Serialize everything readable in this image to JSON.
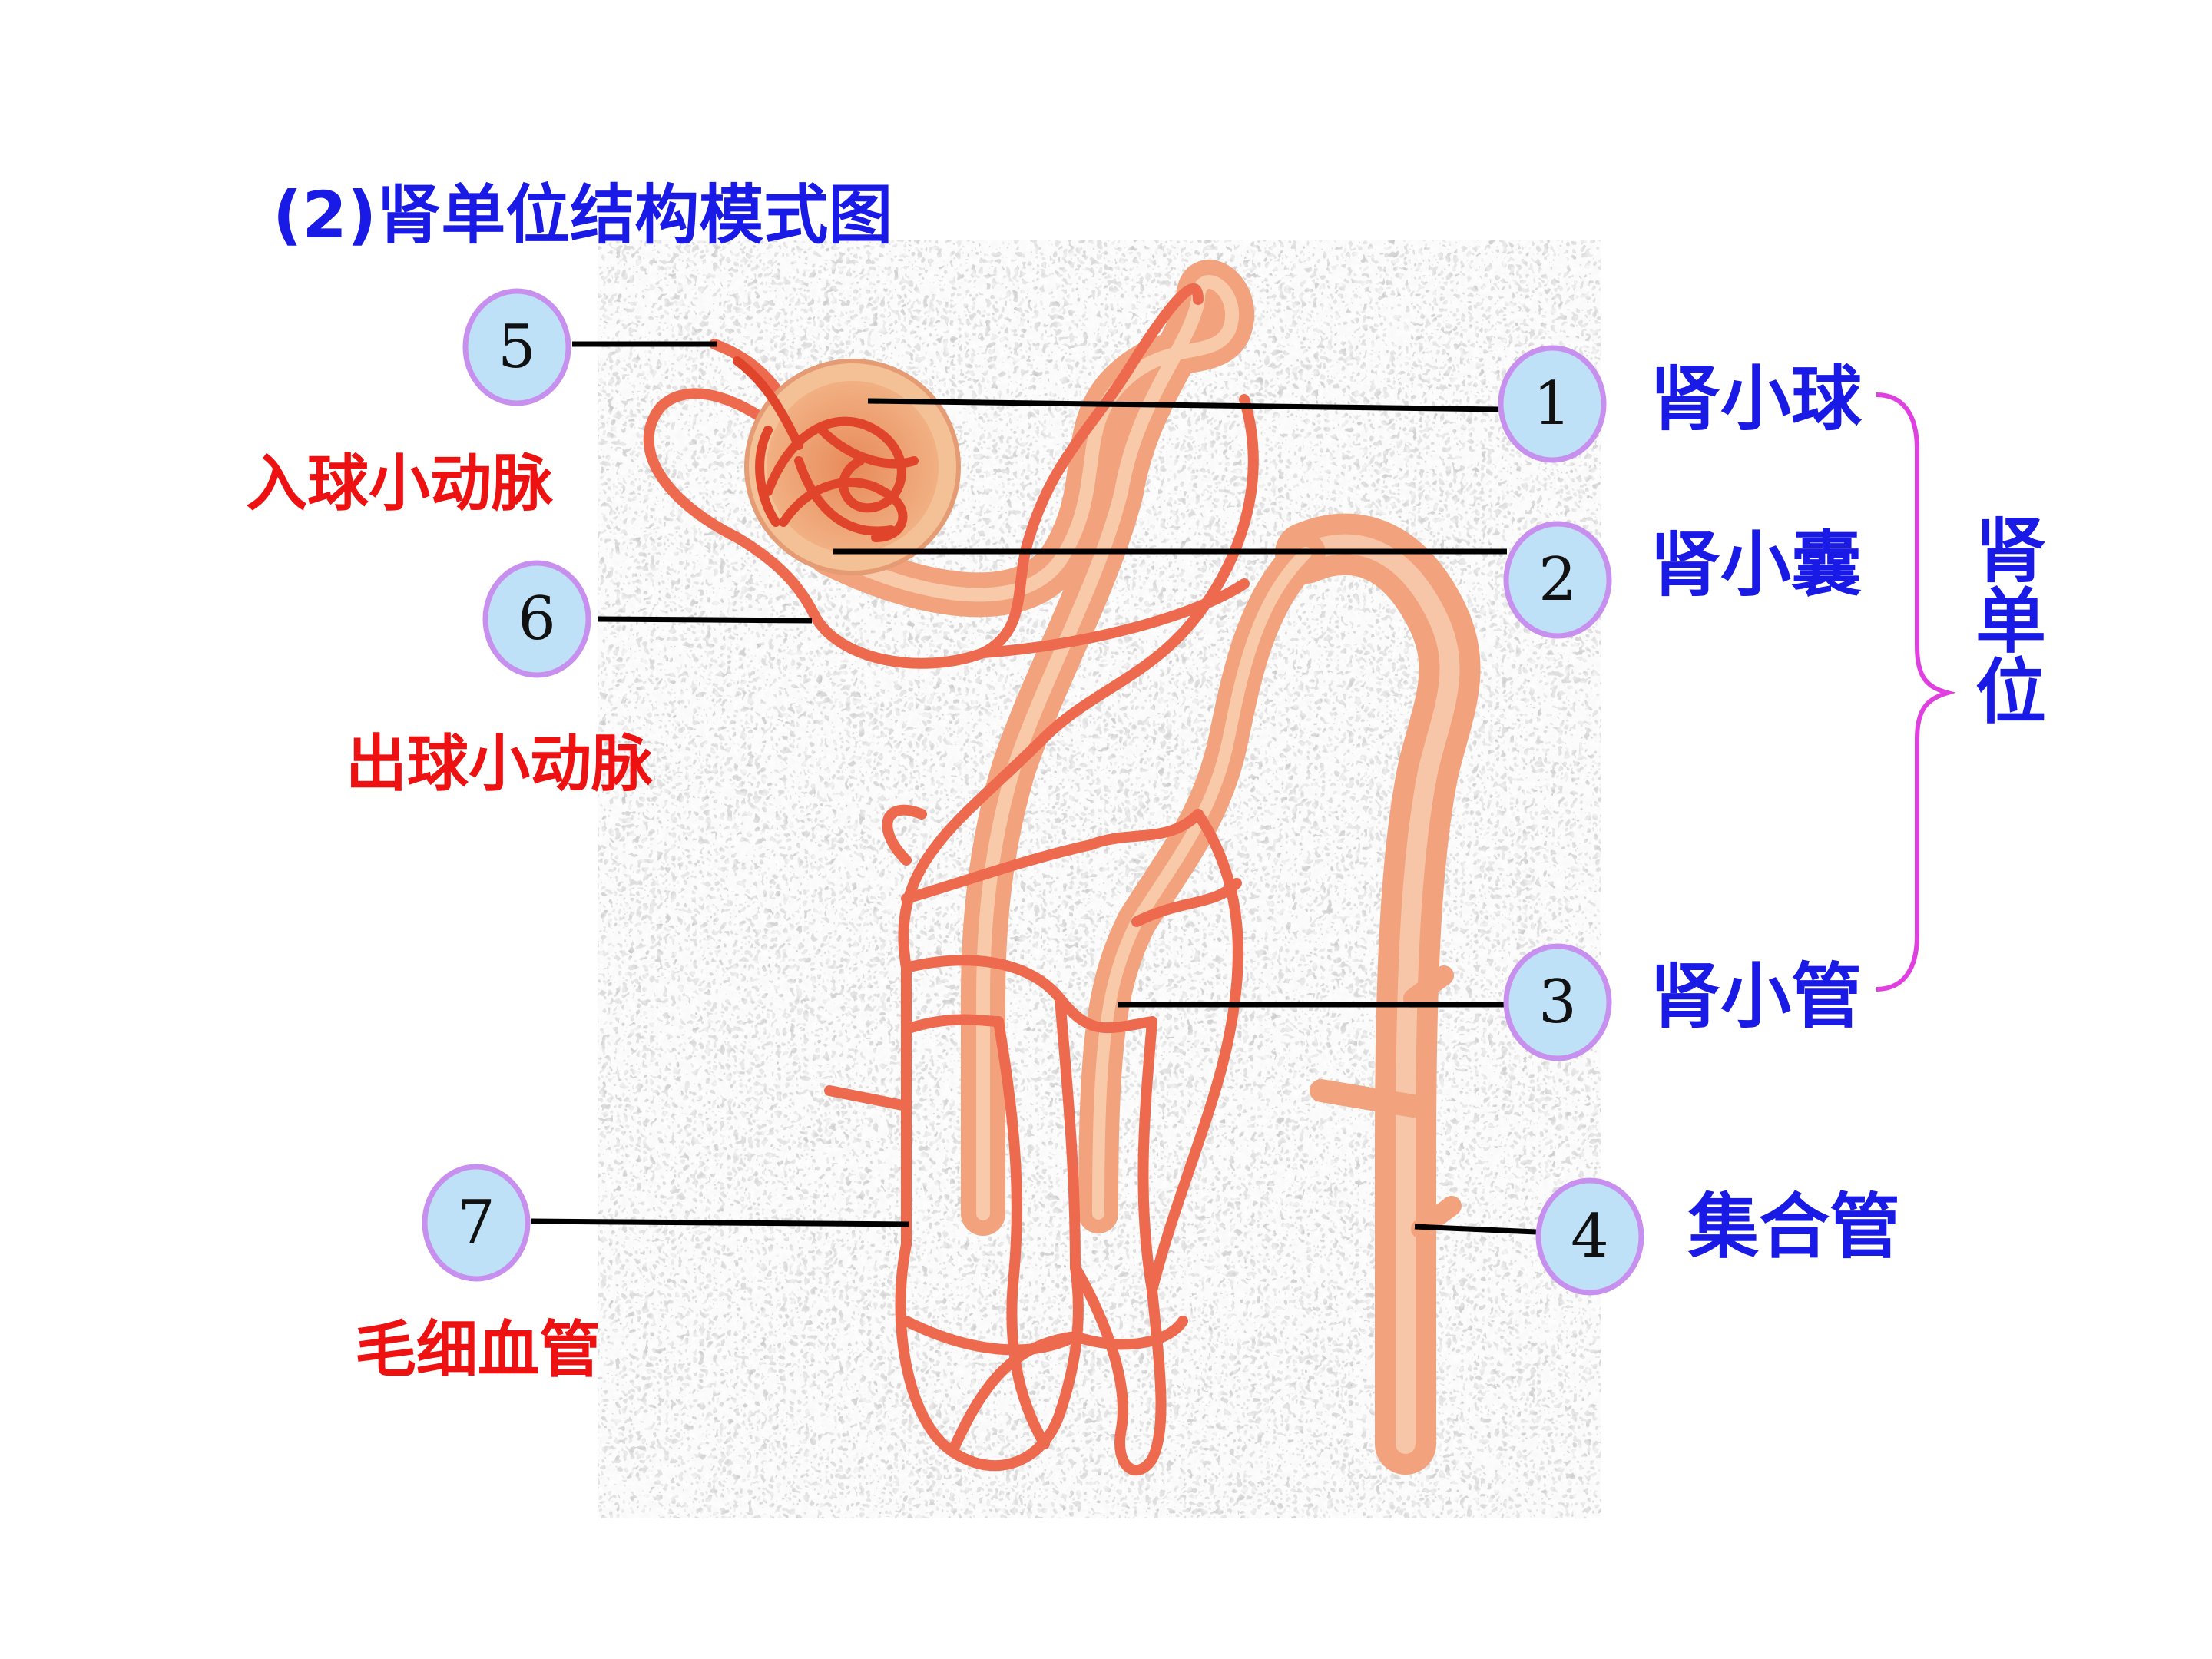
{
  "title": "(2)肾单位结构模式图",
  "colors": {
    "label_blue": "#1a1ae6",
    "label_red": "#ee1111",
    "brace": "#e040e0",
    "vessel": "#ee6a4e",
    "tubule": "#f2a27d",
    "badge_fill": "#bfe1f7",
    "badge_ring": "#c890ee"
  },
  "callouts": [
    {
      "number": "1",
      "label": "肾小球"
    },
    {
      "number": "2",
      "label": "肾小囊"
    },
    {
      "number": "3",
      "label": "肾小管"
    },
    {
      "number": "4",
      "label": "集合管"
    },
    {
      "number": "5",
      "label": "入球小动脉"
    },
    {
      "number": "6",
      "label": "出球小动脉"
    },
    {
      "number": "7",
      "label": "毛细血管"
    }
  ],
  "group": {
    "label_chars": [
      "肾",
      "单",
      "位"
    ],
    "members": [
      "1",
      "2",
      "3"
    ]
  }
}
